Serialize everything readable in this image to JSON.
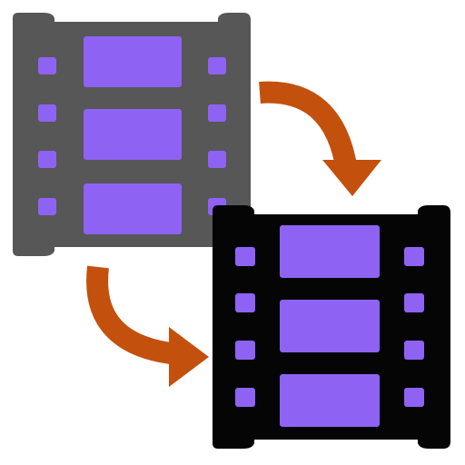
{
  "icon": {
    "name": "video-convert-icon",
    "elements": [
      "source-filmstrip",
      "target-filmstrip",
      "convert-arrow-right",
      "convert-arrow-down"
    ]
  },
  "colors": {
    "background": "#ffffff",
    "source_film": "#575757",
    "target_film": "#050505",
    "frame": "#8e63f3",
    "arrow": "#c4500d"
  },
  "filmstrips": [
    {
      "id": "source",
      "frames": 3,
      "sprocket_holes_per_side": 4
    },
    {
      "id": "target",
      "frames": 3,
      "sprocket_holes_per_side": 4
    }
  ]
}
